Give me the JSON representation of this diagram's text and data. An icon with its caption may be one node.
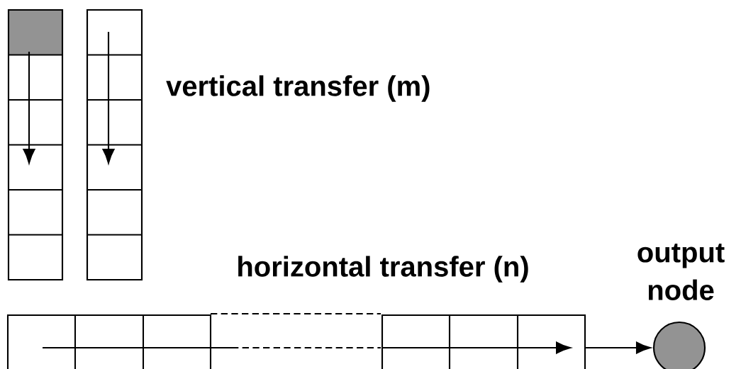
{
  "diagram": {
    "nodes": [
      {
        "text": [],
        "shape": "box"
      },
      {
        "text": [
          "output node"
        ]
      }
    ],
    "edges": [
      {
        "from": 0,
        "to": 1,
        "arrow": "to"
      }
    ],
    "labels": [
      "vertical transfer (m)",
      "horizontal transfer (n)"
    ]
  }
}
